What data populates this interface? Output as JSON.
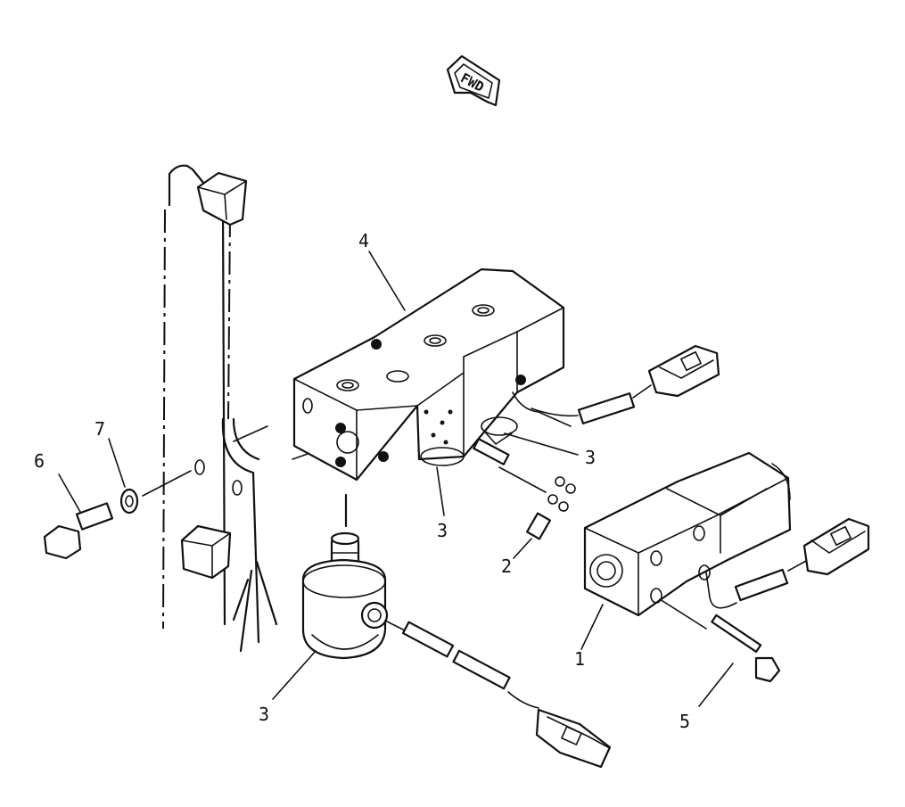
{
  "direction_marker": {
    "label": "FWD"
  },
  "callouts": [
    {
      "id": "1",
      "label": "1"
    },
    {
      "id": "2",
      "label": "2"
    },
    {
      "id": "3a",
      "label": "3"
    },
    {
      "id": "3b",
      "label": "3"
    },
    {
      "id": "3c",
      "label": "3"
    },
    {
      "id": "4",
      "label": "4"
    },
    {
      "id": "5",
      "label": "5"
    },
    {
      "id": "6",
      "label": "6"
    },
    {
      "id": "7",
      "label": "7"
    }
  ]
}
